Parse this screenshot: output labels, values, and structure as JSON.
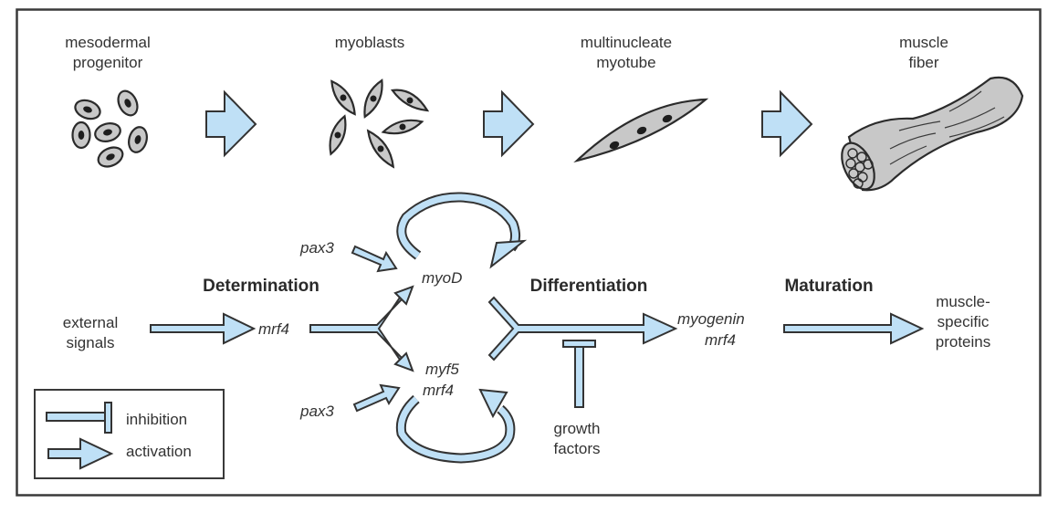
{
  "stages": {
    "progenitor": "mesodermal|progenitor",
    "myoblasts": "myoblasts",
    "myotube": "multinucleate|myotube",
    "fiber": "muscle|fiber"
  },
  "phases": {
    "determination": "Determination",
    "differentiation": "Differentiation",
    "maturation": "Maturation"
  },
  "nodes": {
    "external_signals": "external|signals",
    "mrf4_left": "mrf4",
    "pax3_top": "pax3",
    "pax3_bottom": "pax3",
    "myoD": "myoD",
    "myf5": "myf5",
    "mrf4_mid": "mrf4",
    "myogenin": "myogenin",
    "mrf4_right": "mrf4",
    "growth_factors": "growth|factors",
    "muscle_proteins": "muscle-|specific|proteins"
  },
  "legend": {
    "inhibition": "inhibition",
    "activation": "activation"
  },
  "colors": {
    "arrow_fill": "#bfe0f6",
    "outline": "#333333",
    "cell_fill": "#c8c8c8",
    "nucleus": "#1e1e1e"
  }
}
